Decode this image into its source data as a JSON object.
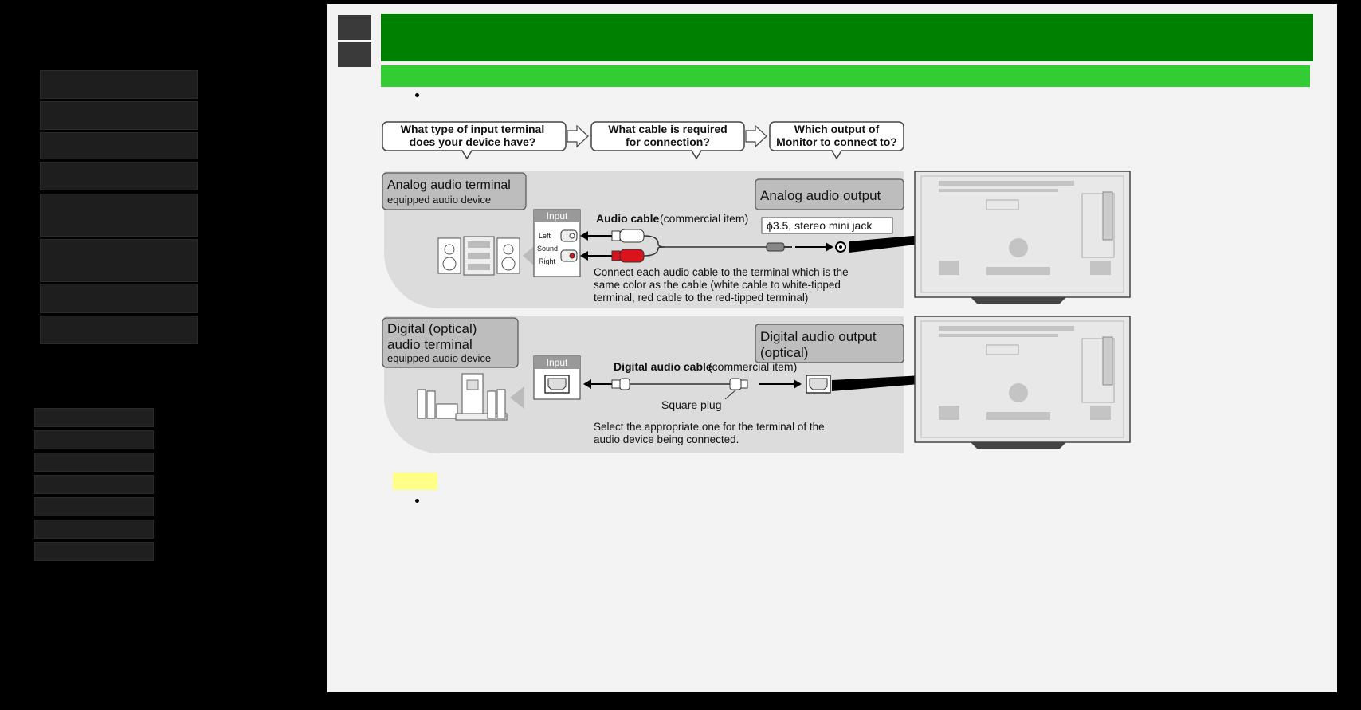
{
  "diagram": {
    "questions": [
      "What type of input terminal",
      "does your device have?",
      "What cable is required",
      "for connection?",
      "Which output of",
      "Monitor to connect to?"
    ],
    "analog": {
      "device_title": "Analog audio terminal",
      "device_sub": "equipped audio device",
      "output_label": "Analog audio output",
      "input_label": "Input",
      "left_label": "Left",
      "sound_label": "Sound",
      "right_label": "Right",
      "cable_label": "Audio cable",
      "cable_note": "(commercial item)",
      "jack_label": "ϕ3.5, stereo mini jack",
      "instruction_lines": [
        "Connect each audio cable to the terminal which is the",
        "same color as the cable (white cable to white-tipped",
        "terminal, red cable to the red-tipped terminal)"
      ]
    },
    "digital": {
      "device_title_1": "Digital (optical)",
      "device_title_2": "audio terminal",
      "device_sub": "equipped audio device",
      "output_label_1": "Digital audio output",
      "output_label_2": "(optical)",
      "input_label": "Input",
      "cable_label": "Digital audio cable",
      "cable_note": "(commercial item)",
      "plug_label": "Square plug",
      "instruction_lines": [
        "Select the appropriate one for the terminal of the",
        "audio device being connected."
      ]
    }
  },
  "colors": {
    "title_bar": "#008000",
    "subtitle_bar": "#33cc33",
    "note_badge": "#ffff88",
    "red_cable": "#d9141c"
  }
}
